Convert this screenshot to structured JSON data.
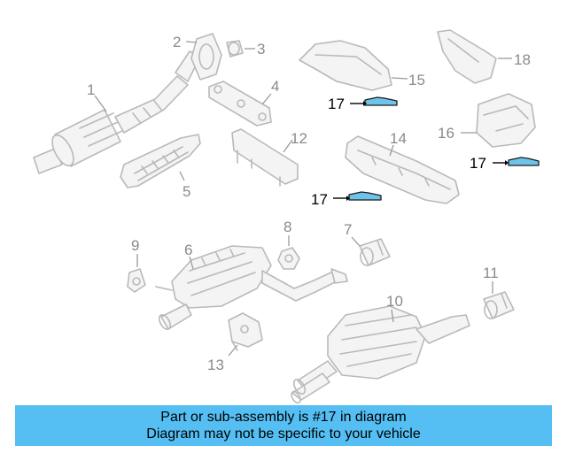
{
  "callouts": {
    "c1": "1",
    "c2": "2",
    "c3": "3",
    "c4": "4",
    "c5": "5",
    "c6": "6",
    "c7": "7",
    "c8": "8",
    "c9": "9",
    "c10": "10",
    "c11": "11",
    "c12": "12",
    "c13": "13",
    "c14": "14",
    "c15": "15",
    "c16": "16",
    "c18": "18",
    "c17": "17"
  },
  "highlight_color": "#6ec3ea",
  "banner": {
    "line1": "Part or sub-assembly is #17 in diagram",
    "line2": "Diagram may not be specific to your vehicle",
    "color": "#55bff4"
  }
}
